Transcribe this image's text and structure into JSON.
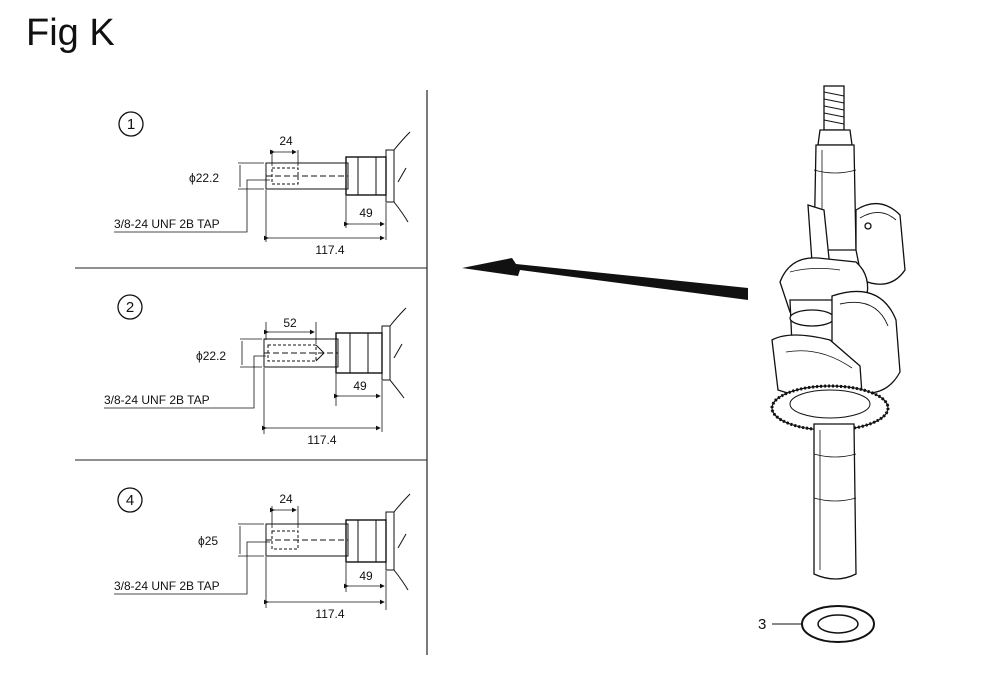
{
  "figure": {
    "title": "Fig K"
  },
  "variants": [
    {
      "number": "1",
      "dim_top": "24",
      "dia_label": "ϕ22.2",
      "tap": "3/8-24 UNF 2B TAP",
      "dim_right": "49",
      "dim_total": "117.4"
    },
    {
      "number": "2",
      "dim_top": "52",
      "dia_label": "ϕ22.2",
      "tap": "3/8-24 UNF 2B TAP",
      "dim_right": "49",
      "dim_total": "117.4"
    },
    {
      "number": "4",
      "dim_top": "24",
      "dia_label": "ϕ25",
      "tap": "3/8-24 UNF 2B TAP",
      "dim_right": "49",
      "dim_total": "117.4"
    }
  ],
  "crankshaft": {
    "callout": "3"
  }
}
